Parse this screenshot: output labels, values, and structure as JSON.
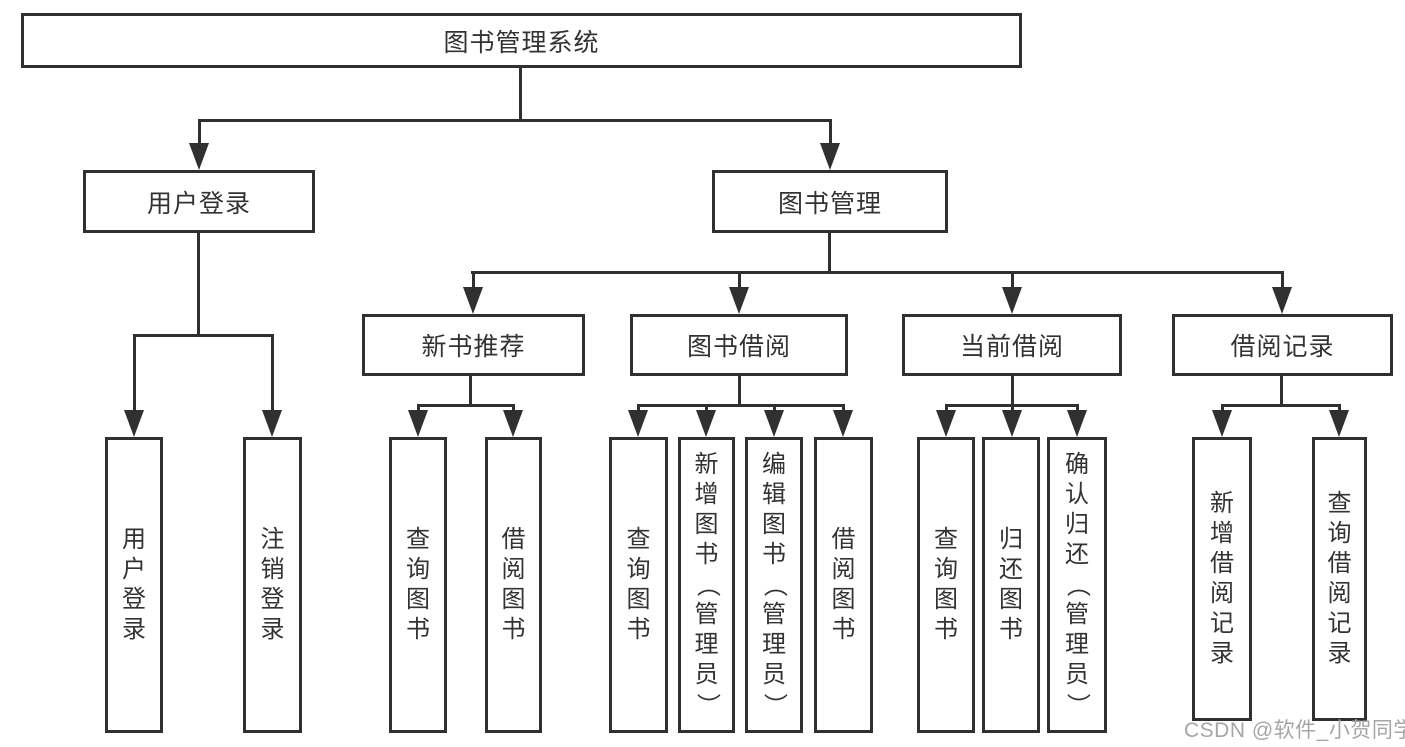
{
  "diagram": {
    "root": {
      "label": "图书管理系统"
    },
    "level1": {
      "user_login": {
        "label": "用户登录"
      },
      "book_mgmt": {
        "label": "图书管理"
      }
    },
    "level2": {
      "new_book": {
        "label": "新书推荐"
      },
      "book_borrow": {
        "label": "图书借阅"
      },
      "current_borrow": {
        "label": "当前借阅"
      },
      "borrow_records": {
        "label": "借阅记录"
      }
    },
    "leaves": {
      "user_login": [
        "用户登录",
        "注销登录"
      ],
      "new_book": [
        "查询图书",
        "借阅图书"
      ],
      "book_borrow": [
        "查询图书",
        "新增图书（管理员）",
        "编辑图书（管理员）",
        "借阅图书"
      ],
      "current_borrow": [
        "查询图书",
        "归还图书",
        "确认归还（管理员）"
      ],
      "borrow_records": [
        "新增借阅记录",
        "查询借阅记录"
      ]
    }
  },
  "watermark": "CSDN @软件_小贺同学",
  "colors": {
    "line": "#303030",
    "text": "#333333",
    "watermark": "#a6a6a6",
    "background": "#ffffff"
  }
}
